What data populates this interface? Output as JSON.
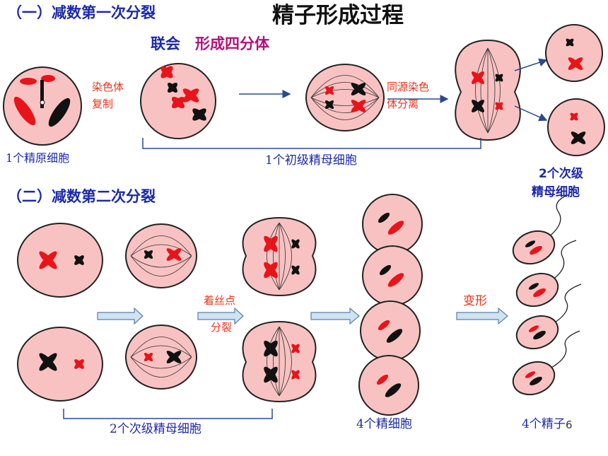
{
  "title": "精子形成过程",
  "section1": {
    "heading": "（一）减数第一次分裂",
    "synapsis": "联会",
    "tetrad": "形成四分体"
  },
  "section2": {
    "heading": "（二）减数第二次分裂"
  },
  "arrows": {
    "replicate_l1": "染色体",
    "replicate_l2": "复制",
    "separate_l1": "同源染色",
    "separate_l2": "体分离",
    "centromere_l1": "着丝点",
    "centromere_l2": "分裂",
    "transform": "变形"
  },
  "captions": {
    "spermatogonium": "1个精原细胞",
    "primary": "1个初级精母细胞",
    "secondary_top_l1": "2个次级",
    "secondary_top_l2": "精母细胞",
    "secondary_bottom": "2个次级精母细胞",
    "spermatids": "4个精细胞",
    "sperm": "4个精子"
  },
  "page_number": "6",
  "colors": {
    "cell": "#f9c2c2",
    "outline": "#222222",
    "red": "#e8141a",
    "black": "#111111",
    "blue": "#1c2aa8",
    "magenta": "#b0127a",
    "orange": "#e8341a",
    "arrow_fill": "#cfe3f3",
    "arrow_stroke": "#5a7fa6"
  }
}
